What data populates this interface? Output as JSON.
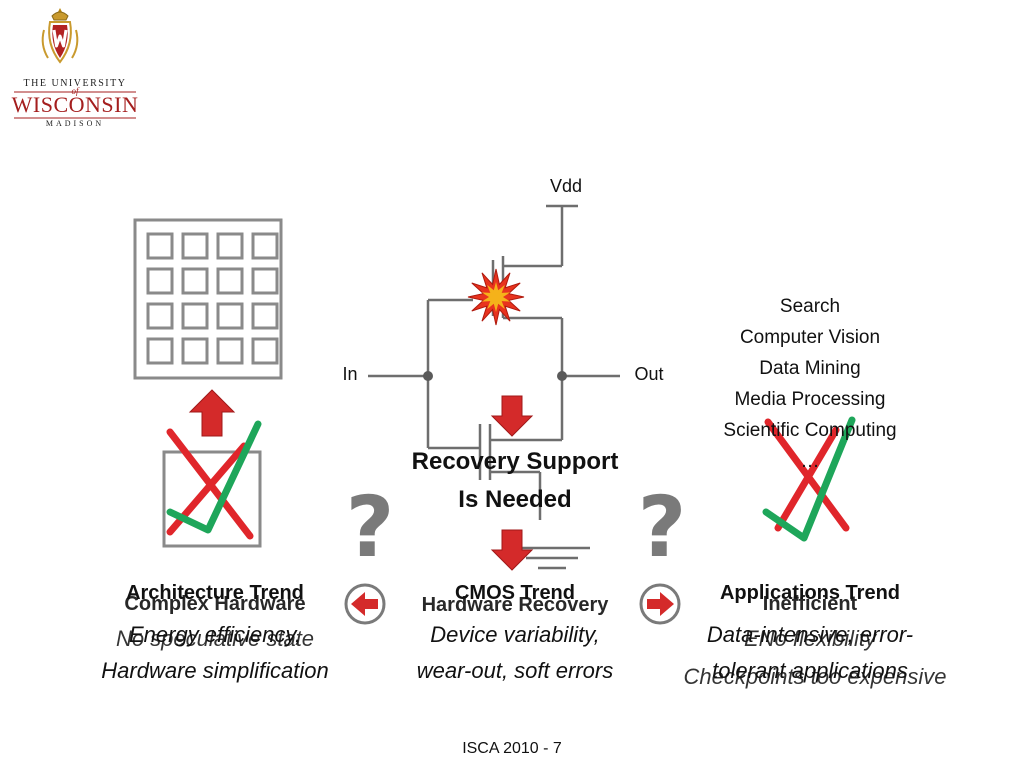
{
  "logo": {
    "line1": "THE UNIVERSITY",
    "of": "of",
    "name": "WISCONSIN",
    "city": "MADISON"
  },
  "circuit": {
    "vdd": "Vdd",
    "input": "In",
    "output": "Out"
  },
  "applications": {
    "items": [
      "Search",
      "Computer Vision",
      "Data Mining",
      "Media Processing",
      "Scientific Computing",
      "…"
    ]
  },
  "recovery": {
    "line1": "Recovery Support",
    "line2": "Is Needed"
  },
  "question_mark": "?",
  "trends": {
    "architecture": {
      "title": "Architecture Trend",
      "ghost_title": "Complex Hardware",
      "desc_line1": "Energy efficiency,",
      "ghost_desc": "No speculative state",
      "desc_line2": "Hardware simplification"
    },
    "cmos": {
      "title": "CMOS Trend",
      "ghost_title": "Hardware Recovery",
      "desc_line1": "Device variability,",
      "desc_line2": "wear-out, soft errors"
    },
    "applications": {
      "title": "Applications Trend",
      "ghost_title": "Inefficient",
      "desc_line1": "Data-intensive, error-",
      "ghost_desc1": "ENo flexibility",
      "desc_line2": "tolerant applications",
      "ghost_desc2": "Checkpoints too expensive"
    }
  },
  "footer": "ISCA 2010 - 7",
  "colors": {
    "arrow_red": "#d42a2a",
    "check_green": "#1ea65a",
    "cross_red": "#e0262b",
    "grid_gray": "#8a8a8a",
    "wire_gray": "#6e6e6e",
    "brand_red": "#a41e1e"
  }
}
